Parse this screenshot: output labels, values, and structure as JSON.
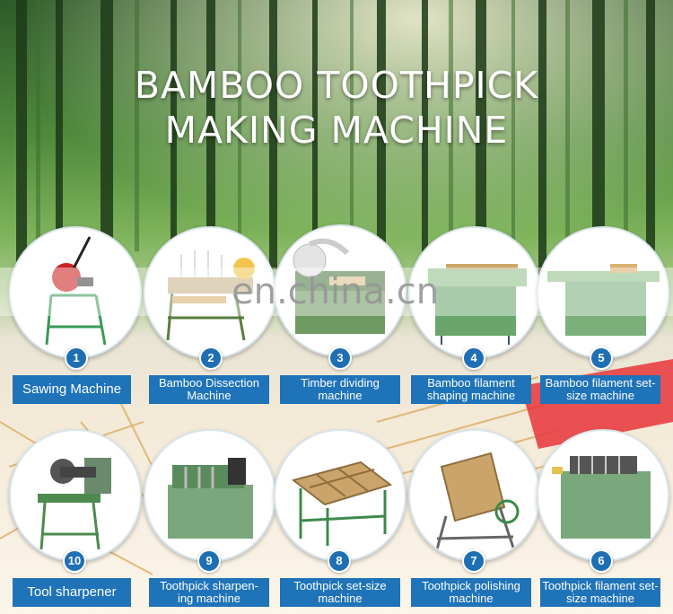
{
  "title": {
    "line1": "BAMBOO TOOTHPICK",
    "line2": "MAKING MACHINE"
  },
  "watermark": "en.china.cn",
  "machines": [
    {
      "number": "1",
      "label": "Sawing Machine",
      "icon": "saw-machine-icon"
    },
    {
      "number": "2",
      "label": "Bamboo  Dissection Machine",
      "icon": "dissection-machine-icon"
    },
    {
      "number": "3",
      "label": "Timber dividing machine",
      "icon": "dividing-machine-icon"
    },
    {
      "number": "4",
      "label": "Bamboo filament shaping machine",
      "icon": "shaping-machine-icon"
    },
    {
      "number": "5",
      "label": "Bamboo filament set-size machine",
      "icon": "set-size-machine-icon"
    },
    {
      "number": "10",
      "label": "Tool sharpener",
      "icon": "tool-sharpener-icon"
    },
    {
      "number": "9",
      "label": "Toothpick sharpen- ing machine",
      "icon": "sharpening-machine-icon"
    },
    {
      "number": "8",
      "label": "Toothpick set-size machine",
      "icon": "set-size-table-icon"
    },
    {
      "number": "7",
      "label": "Toothpick polishing machine",
      "icon": "polishing-machine-icon"
    },
    {
      "number": "6",
      "label": "Toothpick filament set-size machine",
      "icon": "filament-set-size-icon"
    }
  ]
}
